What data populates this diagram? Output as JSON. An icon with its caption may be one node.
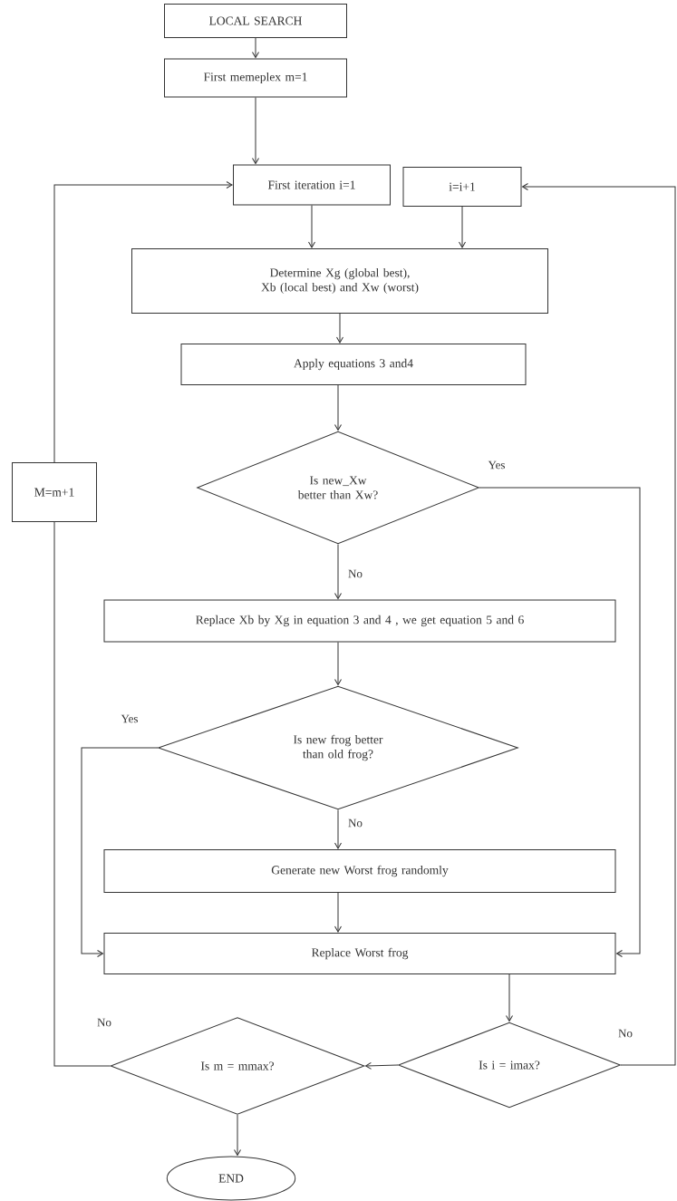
{
  "diagram": {
    "nodes": [
      {
        "text": [
          "LOCAL SEARCH"
        ]
      },
      {
        "text": [
          "First memeplex m=1"
        ]
      },
      {
        "text": [
          "First iteration i=1"
        ]
      },
      {
        "text": [
          "i=i+1"
        ]
      },
      {
        "text": [
          "Determine Xg (global best), Xb (local best) and Xw (worst)"
        ]
      },
      {
        "text": [
          "Apply equations 3 and4"
        ]
      },
      {
        "text": [
          "Is new_Xw better than Xw?"
        ]
      },
      {
        "text": [
          "M=m+1"
        ]
      },
      {
        "text": [
          "Replace Xb by Xg in equation 3 and 4 , we get equation 5 and 6"
        ]
      },
      {
        "text": [
          "Is new frog better than old frog?"
        ]
      },
      {
        "text": [
          "Generate new Worst frog randomly"
        ]
      },
      {
        "text": [
          "Replace Worst frog"
        ]
      },
      {
        "text": [
          "Is m = mmax?"
        ]
      },
      {
        "text": [
          "Is i = imax?"
        ]
      },
      {
        "text": [
          "END"
        ]
      }
    ],
    "edges": [
      {
        "from": 0,
        "to": 1,
        "arrow": "to"
      },
      {
        "from": 1,
        "to": 2,
        "arrow": "to"
      },
      {
        "from": 2,
        "to": 4,
        "arrow": "to"
      },
      {
        "from": 3,
        "to": 4,
        "arrow": "to"
      },
      {
        "from": 4,
        "to": 5,
        "arrow": "to"
      },
      {
        "from": 5,
        "to": 6,
        "arrow": "to"
      },
      {
        "from": 6,
        "to": 8,
        "arrow": "to",
        "label": "No"
      },
      {
        "from": 6,
        "to": 11,
        "arrow": "to",
        "label": "Yes"
      },
      {
        "from": 8,
        "to": 9,
        "arrow": "to"
      },
      {
        "from": 9,
        "to": 10,
        "arrow": "to",
        "label": "No"
      },
      {
        "from": 9,
        "to": 11,
        "arrow": "to",
        "label": "Yes"
      },
      {
        "from": 10,
        "to": 11,
        "arrow": "to"
      },
      {
        "from": 11,
        "to": 13,
        "arrow": "to"
      },
      {
        "from": 13,
        "to": 12,
        "arrow": "to"
      },
      {
        "from": 13,
        "to": 3,
        "arrow": "to",
        "label": "No"
      },
      {
        "from": 12,
        "to": 7,
        "arrow": "none",
        "label": "No"
      },
      {
        "from": 7,
        "to": 2,
        "arrow": "to"
      },
      {
        "from": 12,
        "to": 14,
        "arrow": "to"
      }
    ]
  }
}
